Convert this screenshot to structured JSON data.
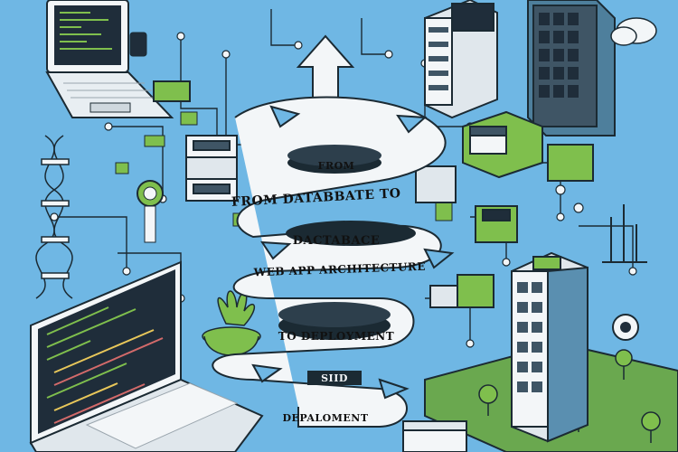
{
  "illustration": {
    "labels": {
      "from": "FROM",
      "from_database_to": "FROM DATABBATE TO",
      "dactabace": "DACTABACE",
      "web_app": "WEB APP ARCHITECTURE",
      "to_deployment": "TO DEPLOYMENT",
      "siid": "SIID",
      "deployment": "DEPALOMENT"
    },
    "colors": {
      "sky": "#6fb7e4",
      "ribbon": "#f3f6f8",
      "ink": "#1b2a33",
      "green": "#7fbf4d",
      "grass": "#6aa84f",
      "building": "#5a8fb0",
      "screen": "#1f2d3a"
    }
  }
}
